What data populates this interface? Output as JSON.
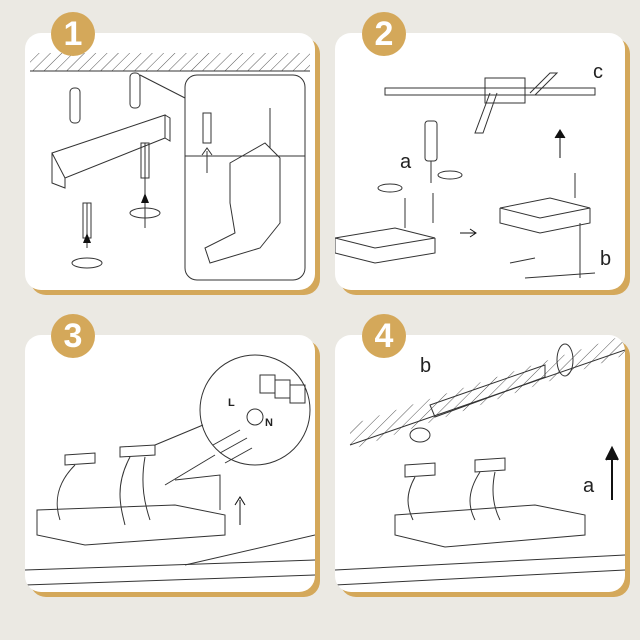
{
  "steps": [
    {
      "number": "1"
    },
    {
      "number": "2",
      "labels": {
        "c": "c",
        "a": "a",
        "b": "b"
      }
    },
    {
      "number": "3",
      "labels": {
        "live": "L",
        "neutral": "N"
      }
    },
    {
      "number": "4",
      "labels": {
        "b": "b",
        "a": "a"
      }
    }
  ],
  "colors": {
    "accent": "#d4a85a",
    "background": "#ebe9e3",
    "panel": "#ffffff",
    "line": "#333333"
  }
}
